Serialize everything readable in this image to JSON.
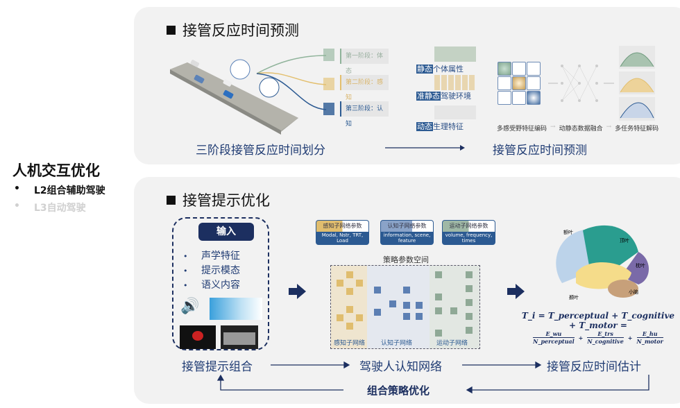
{
  "sidebar": {
    "title": "人机交互优化",
    "items": [
      {
        "bullet": "•",
        "label": "L2组合辅助驾驶",
        "active": true
      },
      {
        "bullet": "•",
        "label": "L3自动驾驶",
        "active": false
      }
    ]
  },
  "top": {
    "title": "接管反应时间预测",
    "stages": [
      "第一阶段：体态",
      "第二阶段：感知",
      "第三阶段：认知"
    ],
    "features": [
      {
        "tag": "静态",
        "label": "个体属性"
      },
      {
        "tag": "准静态",
        "label": "驾驶环境"
      },
      {
        "tag": "动态",
        "label": "生理特征"
      }
    ],
    "pipeline": [
      "多感受野特征编码",
      "动静态数据融合",
      "多任务特征解码"
    ],
    "caption_left": "三阶段接管反应时间划分",
    "caption_right": "接管反应时间预测",
    "colors": {
      "stage1": "#8fb39a",
      "stage2": "#e3bf6e",
      "stage3": "#2c5a92"
    }
  },
  "bottom": {
    "title": "接管提示优化",
    "input": {
      "title": "输入",
      "items": [
        "声学特征",
        "提示模态",
        "语义内容"
      ]
    },
    "params": [
      {
        "title": "感知子网络参数",
        "sub": "Modal, Nstr, TRT, Load"
      },
      {
        "title": "认知子网络参数",
        "sub": "information, scene, feature"
      },
      {
        "title": "运动子网络参数",
        "sub": "volume, frequency, times"
      }
    ],
    "space_label": "策略参数空间",
    "subnets": [
      "感知子网络",
      "认知子网络",
      "运动子网络"
    ],
    "brain_labels": [
      "额叶",
      "顶叶",
      "枕叶",
      "颞叶",
      "小脑"
    ],
    "formula": {
      "line1": "T_i = T_perceptual + T_cognitive + T_motor =",
      "terms": [
        {
          "num": "E_wu",
          "den": "N_perceptual"
        },
        {
          "num": "E_trs",
          "den": "N_cognitive"
        },
        {
          "num": "E_hu",
          "den": "N_motor"
        }
      ]
    },
    "flow": [
      "接管提示组合",
      "驾驶人认知网络",
      "接管反应时间估计"
    ],
    "feedback": "组合策略优化"
  },
  "accent": "#1c2f60"
}
